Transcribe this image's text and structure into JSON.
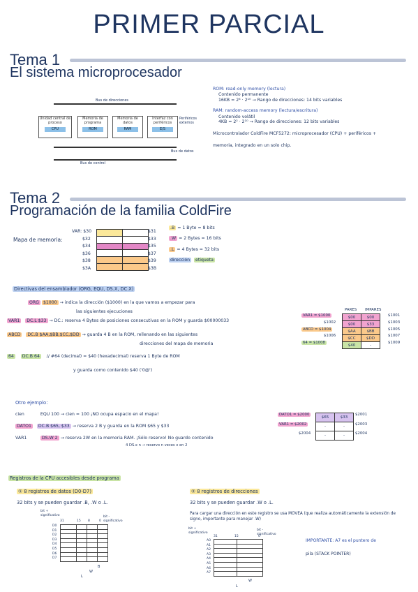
{
  "title": "PRIMER PARCIAL",
  "tema1": {
    "heading": "Tema 1",
    "subtitle": "El sistema microprocesador",
    "diagram": {
      "bus_direcciones": "Bus de direcciones",
      "bus_datos": "Bus de datos",
      "bus_control": "Bus de control",
      "perifericos": "Periféricos externos",
      "blocks": [
        {
          "label": "Unidad central de proceso",
          "chip": "CPU"
        },
        {
          "label": "Memoria de programa",
          "chip": "ROM"
        },
        {
          "label": "Memoria de datos",
          "chip": "RAM"
        },
        {
          "label": "Interfaz con periféricos",
          "chip": "E/S"
        }
      ]
    },
    "notes": [
      "ROM: read-only memory (lectura)",
      "Contenido permanente",
      "16KB = 2⁴ · 2¹⁰ → Rango de direcciones: 14 bits variables",
      "RAM: random-access memory (lectura/escritura)",
      "Contenido volátil",
      "4KB = 2² · 2¹⁰ → Rango de direcciones: 12 bits variables",
      "Microcontrolador ColdFire MCF5272: microprocesador (CPU) + periféricos +",
      "memoria, integrado en un solo chip."
    ]
  },
  "tema2": {
    "heading": "Tema 2",
    "subtitle": "Programación de la familia ColdFire",
    "mapa_label": "Mapa de memoria:",
    "mem_left": [
      "VAR: $30",
      "$32",
      "$34",
      "$36",
      "$38",
      "$3A"
    ],
    "mem_right": [
      "$31",
      "$33",
      "$35",
      "$37",
      "$39",
      "$3B"
    ],
    "sizes": [
      {
        "tag": ".B",
        "text": "= 1 Byte = 8 bits"
      },
      {
        "tag": ".W",
        "text": "= 2 Bytes = 16 bits"
      },
      {
        "tag": ".L",
        "text": "= 4 Bytes = 32 bits"
      }
    ],
    "legend": {
      "direccion": "dirección",
      "etiqueta": "etiqueta"
    },
    "directivas_title": "Directivas del ensamblador (ORG, EQU, DS.X, DC.X)",
    "lines": [
      {
        "a": "ORG",
        "b": "$1000",
        "c": "→ indica la dirección ($1000) en la que vamos a empezar para"
      },
      {
        "a": "",
        "b": "",
        "c": "las siguientes ejecuciones"
      },
      {
        "a": "VAR1",
        "b": "DC.L   $33",
        "c": "→ DC.: reserva 4 Bytes de posiciones consecutivas en la ROM y guarda $00000033"
      },
      {
        "a": "ABCD",
        "b": "DC.B   $AA,$BB,$CC,$DD",
        "c": "→ guarda 4 B en la ROM, rellenando en las siguientes"
      },
      {
        "a": "",
        "b": "",
        "c": "direcciones del mapa de memoria"
      },
      {
        "a": "64",
        "b": "DC.B   64",
        "c": "// #64 (decimal) = $40 (hexadecimal) reserva 1 Byte de ROM"
      },
      {
        "a": "",
        "b": "",
        "c": "y guarda como contenido $40 ('0@')"
      }
    ],
    "mini_table": {
      "headers": [
        "PARES",
        "IMPARES"
      ],
      "rows": [
        {
          "label": "VAR1 = $1000",
          "cells": [
            "$00",
            "$00"
          ],
          "right": "$1001"
        },
        {
          "label": "$1002",
          "cells": [
            "$00",
            "$33"
          ],
          "right": "$1003"
        },
        {
          "label": "ABCD = $1004",
          "cells": [
            "$AA",
            "$BB"
          ],
          "right": "$1005"
        },
        {
          "label": "$1006",
          "cells": [
            "$CC",
            "$DD"
          ],
          "right": "$1007"
        },
        {
          "label": "64 = $1008",
          "cells": [
            "$40",
            "-"
          ],
          "right": "$1009"
        }
      ]
    },
    "otro_title": "Otro ejemplo:",
    "otro_lines": [
      {
        "a": "cien",
        "b": "EQU   100",
        "c": "→ cien = 100  ¡NO ocupa espacio en el mapa!"
      },
      {
        "a": "DATO1",
        "b": "DC.B   $65, $33",
        "c": "→ reserva 2 B y guarda en la ROM $65 y $33"
      },
      {
        "a": "VAR1",
        "b": "DS.W   2",
        "c": "→ reserva 2W en la memoria RAM. ¡Sólo reservo! No guardo contenido"
      },
      {
        "a": "",
        "b": "",
        "c": "4 DS.x n → reservo n veces x en 2"
      }
    ],
    "otro_table": {
      "rows": [
        {
          "label": "DATO1 = $2000",
          "cells": [
            "$65",
            "$33"
          ],
          "right": "$2001"
        },
        {
          "label": "VAR1 = $2002",
          "cells": [
            "-",
            "-"
          ],
          "right": "$2003"
        },
        {
          "label": "$2004",
          "cells": [
            "-",
            "-"
          ],
          "right": "$2004"
        }
      ]
    },
    "registros_title": "Registros de la CPU accesibles desde programa",
    "datos": {
      "title": "① 8 registros de datos (D0-D7)",
      "desc": "32 bits y se pueden guardar .B, .W o .L.",
      "bit_left": "bit + significativo",
      "bit_right": "bit - significativo",
      "col_labels": [
        "31",
        "15",
        "8",
        "0"
      ],
      "rows": [
        "D0",
        "D1",
        "D2",
        "D3",
        "D4",
        "D5",
        "D6",
        "D7"
      ],
      "brace": [
        "B",
        "W",
        "L"
      ]
    },
    "direcciones": {
      "title": "② 8 registros de direcciones",
      "desc": "32 bits y se pueden guardar .W o .L.",
      "para": "Para cargar una dirección en este registro se usa MOVEA (que realiza automáticamente la extensión de signo, importante para manejar .W)",
      "bit_left": "bit + significativo",
      "bit_right": "bit - significativo",
      "col_labels": [
        "31",
        "15",
        "0"
      ],
      "rows": [
        "A0",
        "A1",
        "A2",
        "A3",
        "A4",
        "A5",
        "A6",
        "A7"
      ],
      "brace": [
        "W",
        "L"
      ],
      "importante": "IMPORTANTE: A7 es el puntero de",
      "importante2": "pila (STACK POINTER)"
    }
  }
}
